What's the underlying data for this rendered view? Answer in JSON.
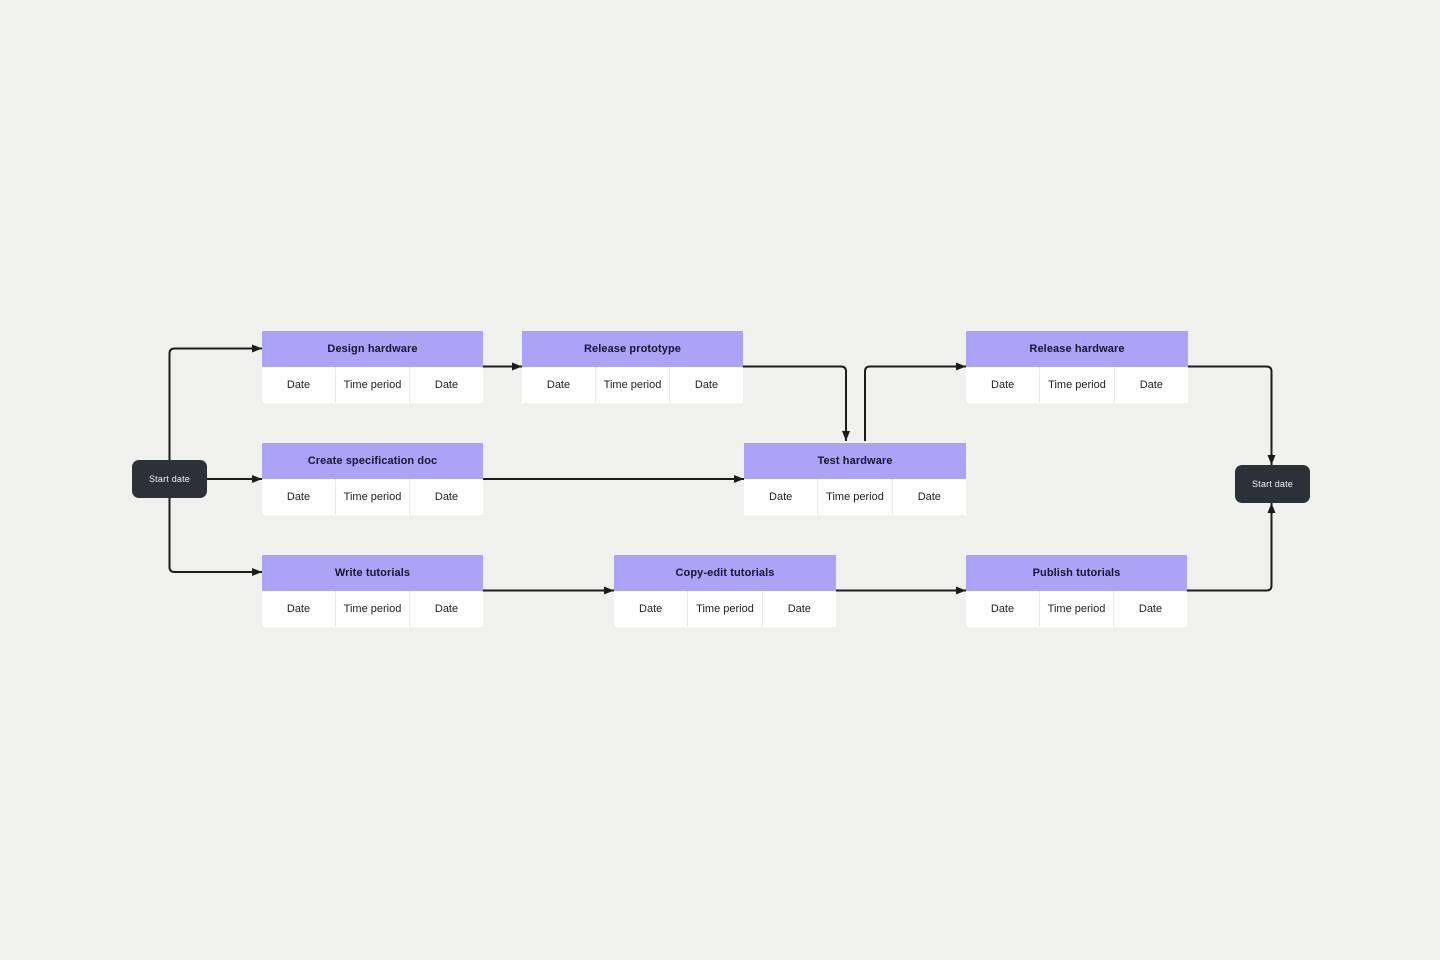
{
  "colors": {
    "background": "#f0f0ef",
    "card_header": "#aca2f6",
    "card_body": "#ffffff",
    "card_title_text": "#17172e",
    "cell_text": "#1f1f1f",
    "cell_border": "#e9e9ec",
    "start_node_bg": "#2c3137",
    "start_node_text": "#f2f2f2",
    "connector": "#1c1c1c"
  },
  "start_left": {
    "label": "Start date"
  },
  "start_right": {
    "label": "Start date"
  },
  "cards": [
    {
      "title": "Design hardware",
      "cells": [
        "Date",
        "Time period",
        "Date"
      ]
    },
    {
      "title": "Release prototype",
      "cells": [
        "Date",
        "Time period",
        "Date"
      ]
    },
    {
      "title": "Release hardware",
      "cells": [
        "Date",
        "Time period",
        "Date"
      ]
    },
    {
      "title": "Create specification doc",
      "cells": [
        "Date",
        "Time period",
        "Date"
      ]
    },
    {
      "title": "Test hardware",
      "cells": [
        "Date",
        "Time period",
        "Date"
      ]
    },
    {
      "title": "Write tutorials",
      "cells": [
        "Date",
        "Time period",
        "Date"
      ]
    },
    {
      "title": "Copy-edit tutorials",
      "cells": [
        "Date",
        "Time period",
        "Date"
      ]
    },
    {
      "title": "Publish tutorials",
      "cells": [
        "Date",
        "Time period",
        "Date"
      ]
    }
  ],
  "edges": [
    {
      "from": "Start date (left)",
      "to": "Design hardware"
    },
    {
      "from": "Start date (left)",
      "to": "Create specification doc"
    },
    {
      "from": "Start date (left)",
      "to": "Write tutorials"
    },
    {
      "from": "Design hardware",
      "to": "Release prototype"
    },
    {
      "from": "Release prototype",
      "to": "Test hardware"
    },
    {
      "from": "Create specification doc",
      "to": "Test hardware"
    },
    {
      "from": "Test hardware",
      "to": "Release hardware"
    },
    {
      "from": "Release hardware",
      "to": "Start date (right)"
    },
    {
      "from": "Write tutorials",
      "to": "Copy-edit tutorials"
    },
    {
      "from": "Copy-edit tutorials",
      "to": "Publish tutorials"
    },
    {
      "from": "Publish tutorials",
      "to": "Start date (right)"
    }
  ]
}
